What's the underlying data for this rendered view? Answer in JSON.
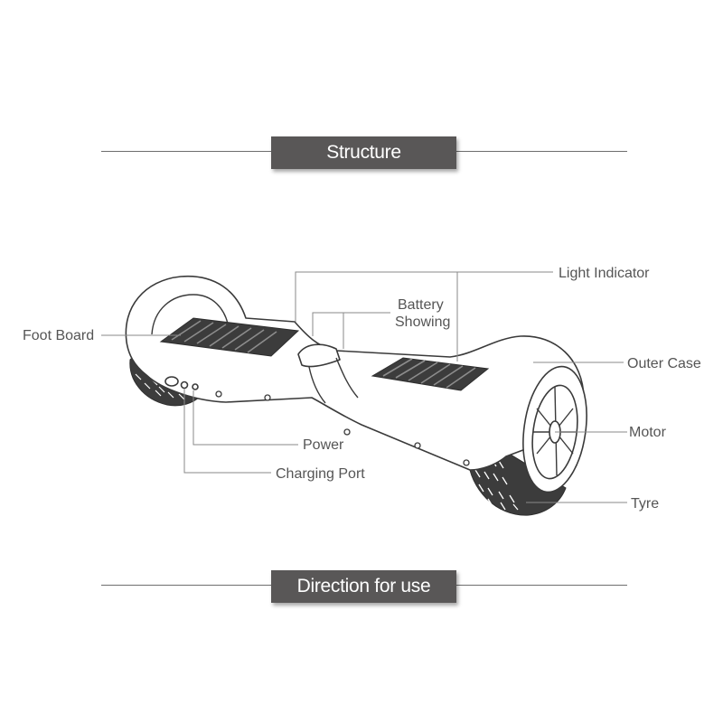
{
  "banners": {
    "structure": "Structure",
    "direction": "Direction for use"
  },
  "labels": {
    "light_indicator": "Light Indicator",
    "battery_line1": "Battery",
    "battery_line2": "Showing",
    "foot_board": "Foot Board",
    "outer_case": "Outer Case",
    "motor": "Motor",
    "power": "Power",
    "charging_port": "Charging Port",
    "tyre": "Tyre"
  },
  "colors": {
    "banner_bg": "#595757",
    "banner_text": "#ffffff",
    "label_text": "#555555"
  }
}
